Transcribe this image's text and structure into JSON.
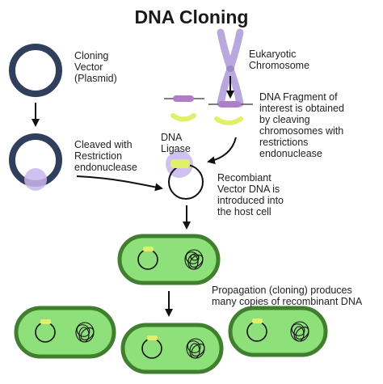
{
  "title": "DNA Cloning",
  "labels": {
    "cloning_vector": "Cloning\nVector\n(Plasmid)",
    "eukaryotic_chromosome": "Eukaryotic\nChromosome",
    "dna_fragment": "DNA Fragment of\ninterest is obtained\nby cleaving\nchromosomes with\nrestrictions\nendonuclease",
    "cleaved": "Cleaved with\nRestriction\nendonuclease",
    "dna_ligase": "DNA\nLigase",
    "recombinant": "Recombiant\nVector DNA is\nintroduced into\nthe host cell",
    "propagation": "Propagation (cloning) produces\nmany copies of recombinant DNA"
  },
  "colors": {
    "plasmid_ring": "#2f3f5c",
    "chromosome": "#b9a8dd",
    "fragment_purple": "#b07ec9",
    "insert_yellow": "#e1f06a",
    "enzyme_purple": "#c9b6ec",
    "cell_fill": "#8ee07a",
    "cell_border": "#3f7f2d"
  }
}
